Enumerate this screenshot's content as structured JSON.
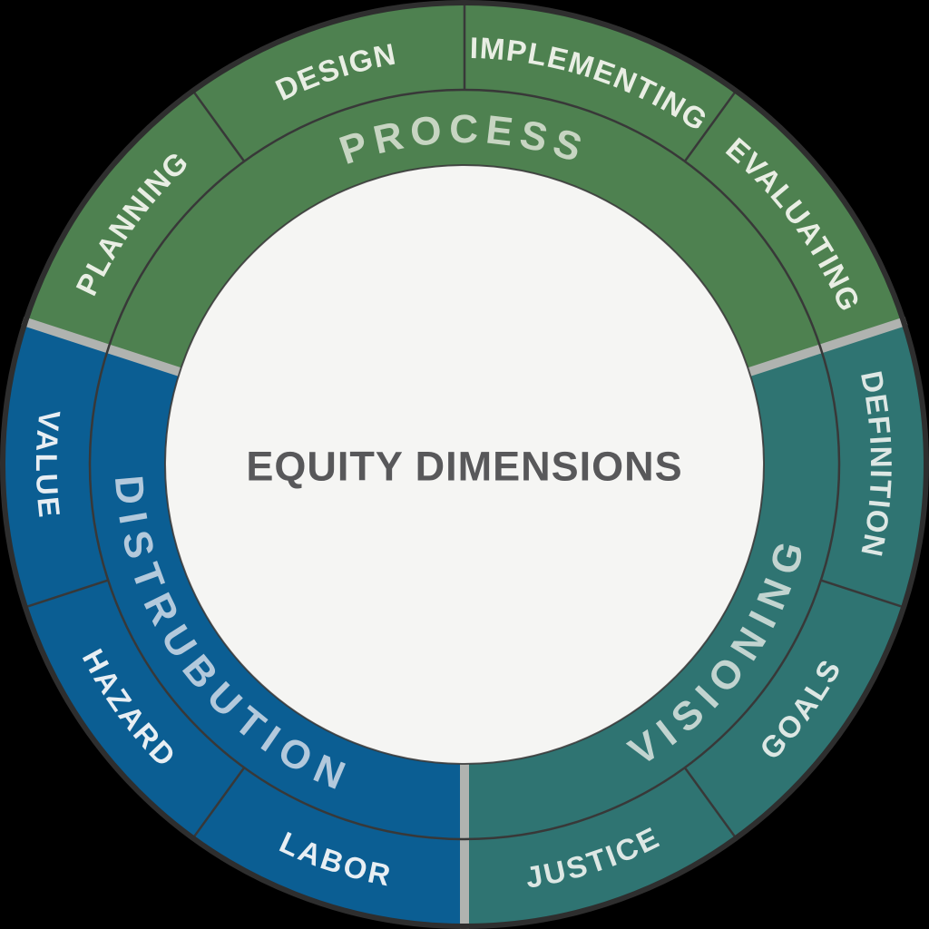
{
  "title": {
    "text": "EQUITY DIMENSIONS",
    "color": "#58585a"
  },
  "style": {
    "background": "#000000",
    "center_fill": "#f5f5f3",
    "outer_outline_color": "#2e2e2e",
    "thin_line_color": "#383838",
    "sector_divider_color": "#b0b3b0"
  },
  "sectors": [
    {
      "name": "PROCESS",
      "fill": "#4e8150",
      "name_color": "#c7d5c2",
      "segment_color": "#e9eee4",
      "segments": [
        "PLANNING",
        "DESIGN",
        "IMPLEMENTING",
        "EVALUATING"
      ]
    },
    {
      "name": "VISIONING",
      "fill": "#2f7472",
      "name_color": "#c2d4d0",
      "segment_color": "#dde7e4",
      "segments": [
        "DEFINITION",
        "GOALS",
        "JUSTICE"
      ]
    },
    {
      "name": "DISTRUBUTION",
      "fill": "#0b5e93",
      "name_color": "#b3c9dc",
      "segment_color": "#e8eef3",
      "segments": [
        "VALUE",
        "HAZARD",
        "LABOR"
      ]
    }
  ]
}
